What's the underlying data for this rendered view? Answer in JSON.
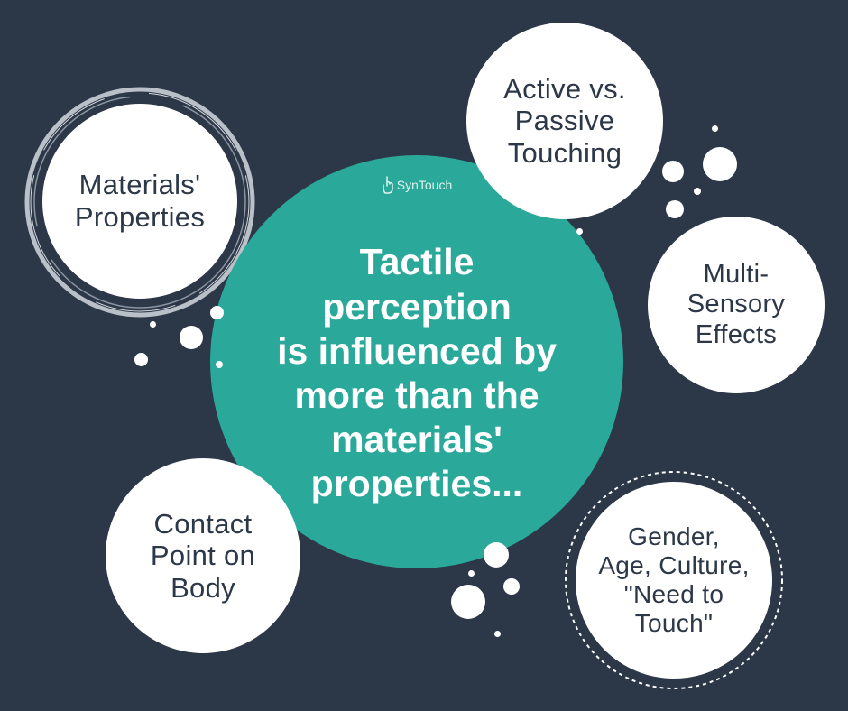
{
  "center": {
    "brand": "SynTouch",
    "title": "Tactile\nperception\nis influenced by\nmore than the\nmaterials'\nproperties..."
  },
  "factors": {
    "materials": "Materials'\nProperties",
    "active_passive": "Active vs.\nPassive\nTouching",
    "multi_sensory": "Multi-\nSensory\nEffects",
    "contact_point": "Contact\nPoint on\nBody",
    "gender": "Gender,\nAge, Culture,\n\"Need to\nTouch\""
  },
  "colors": {
    "background": "#2c3748",
    "center_circle": "#2aa899",
    "factor_circle": "#ffffff",
    "text_dark": "#2c3748"
  }
}
